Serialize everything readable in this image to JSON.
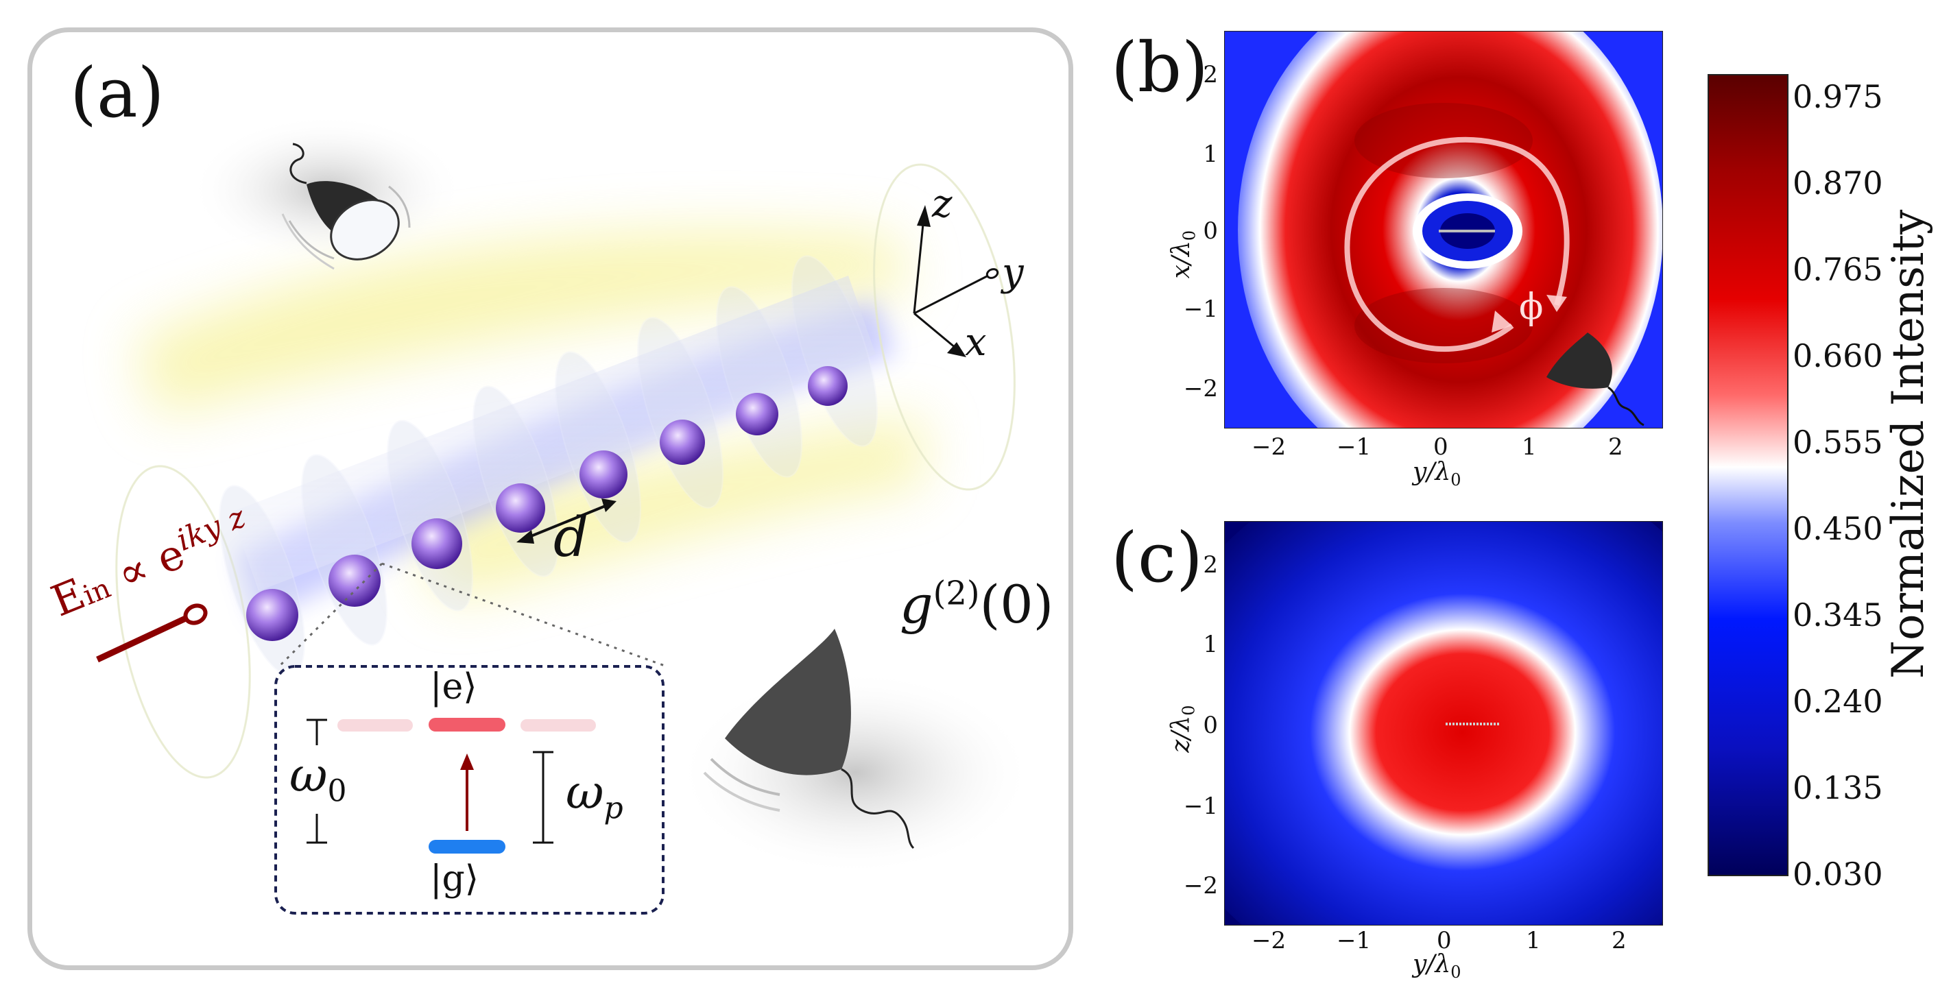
{
  "panel_a": {
    "label": "(a)",
    "coord_axes": {
      "z": "z",
      "y": "y",
      "x": "x"
    },
    "spacing_label": "d",
    "field_label": "E",
    "field_sub": "in",
    "field_prop": " ∝ e",
    "field_exp": "iky z",
    "g2_label": "g",
    "g2_sup": "(2)",
    "g2_arg": "(0)",
    "excited_state": "|e⟩",
    "ground_state": "|g⟩",
    "omega0_label": "ω",
    "omega0_sub": "0",
    "omegap_label": "ω",
    "omegap_sub": "p"
  },
  "panel_b": {
    "label": "(b)",
    "phi_label": "ϕ",
    "xlabel": "y/λ",
    "xlabel_sub": "0",
    "ylabel": "x/λ",
    "ylabel_sub": "0",
    "xticks": [
      "−2",
      "−1",
      "0",
      "1",
      "2"
    ],
    "yticks": [
      "2",
      "1",
      "0",
      "−1",
      "−2"
    ]
  },
  "panel_c": {
    "label": "(c)",
    "xlabel": "y/λ",
    "xlabel_sub": "0",
    "ylabel": "z/λ",
    "ylabel_sub": "0",
    "xticks": [
      "−2",
      "−1",
      "0",
      "1",
      "2"
    ],
    "yticks": [
      "2",
      "1",
      "0",
      "−1",
      "−2"
    ]
  },
  "colorbar": {
    "label": "Normalized Intensity",
    "ticks": [
      "0.975",
      "0.870",
      "0.765",
      "0.660",
      "0.555",
      "0.450",
      "0.345",
      "0.240",
      "0.135",
      "0.030"
    ],
    "range": [
      0.03,
      0.975
    ],
    "colors": [
      "#5a0000",
      "#e50000",
      "#ffffff",
      "#0018ff",
      "#00005a"
    ]
  },
  "chart_data": [
    {
      "type": "heatmap",
      "panel": "b",
      "xlim": [
        -2.5,
        2.5
      ],
      "ylim": [
        -2.5,
        2.5
      ]
    },
    {
      "type": "heatmap",
      "panel": "c",
      "xlim": [
        -2.5,
        2.5
      ],
      "ylim": [
        -2.5,
        2.5
      ]
    }
  ]
}
